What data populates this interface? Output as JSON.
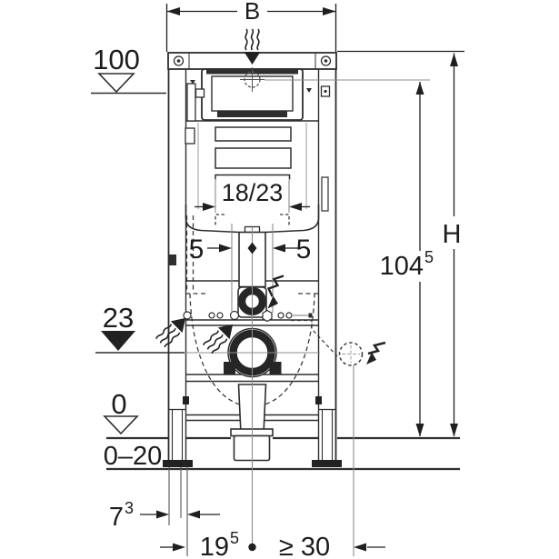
{
  "diagram": {
    "type": "technical-installation-drawing",
    "subject": "wall mounting frame with concealed cistern, front elevation with dimensions",
    "dimensions": {
      "frame_width": {
        "label": "B"
      },
      "supply_level": {
        "label": "100"
      },
      "plate_cutout": {
        "label": "18/23"
      },
      "offset_left": {
        "label": "5"
      },
      "offset_right": {
        "label": "5"
      },
      "frame_height": {
        "label": "H"
      },
      "actuator_height": {
        "label": "104",
        "sup": "5"
      },
      "outlet_height": {
        "label": "23"
      },
      "finished_floor": {
        "label": "0"
      },
      "floor_buildup": {
        "label": "0–20"
      },
      "front_offset": {
        "label": "7",
        "sup": "3"
      },
      "outlet_setback": {
        "label": "19",
        "sup": "5"
      },
      "socket_distance": {
        "label": "≥ 30"
      }
    },
    "icons": {
      "vapor_arrow": "flush/odour direction arrow with wavy steam lines",
      "lightning": "electrical connection bolt arrow",
      "crosshair": "actuator plate centre mark",
      "electrical_outlet": "dashed socket outline",
      "level_open_triangle": "reference level mark (open)",
      "level_filled_triangle": "reference level mark (filled)",
      "screw": "frame fixing screw"
    },
    "colors": {
      "ink": "#2e2e2e",
      "reference": "#8c8c8c",
      "fill_dark": "#222222",
      "background": "#ffffff"
    }
  }
}
